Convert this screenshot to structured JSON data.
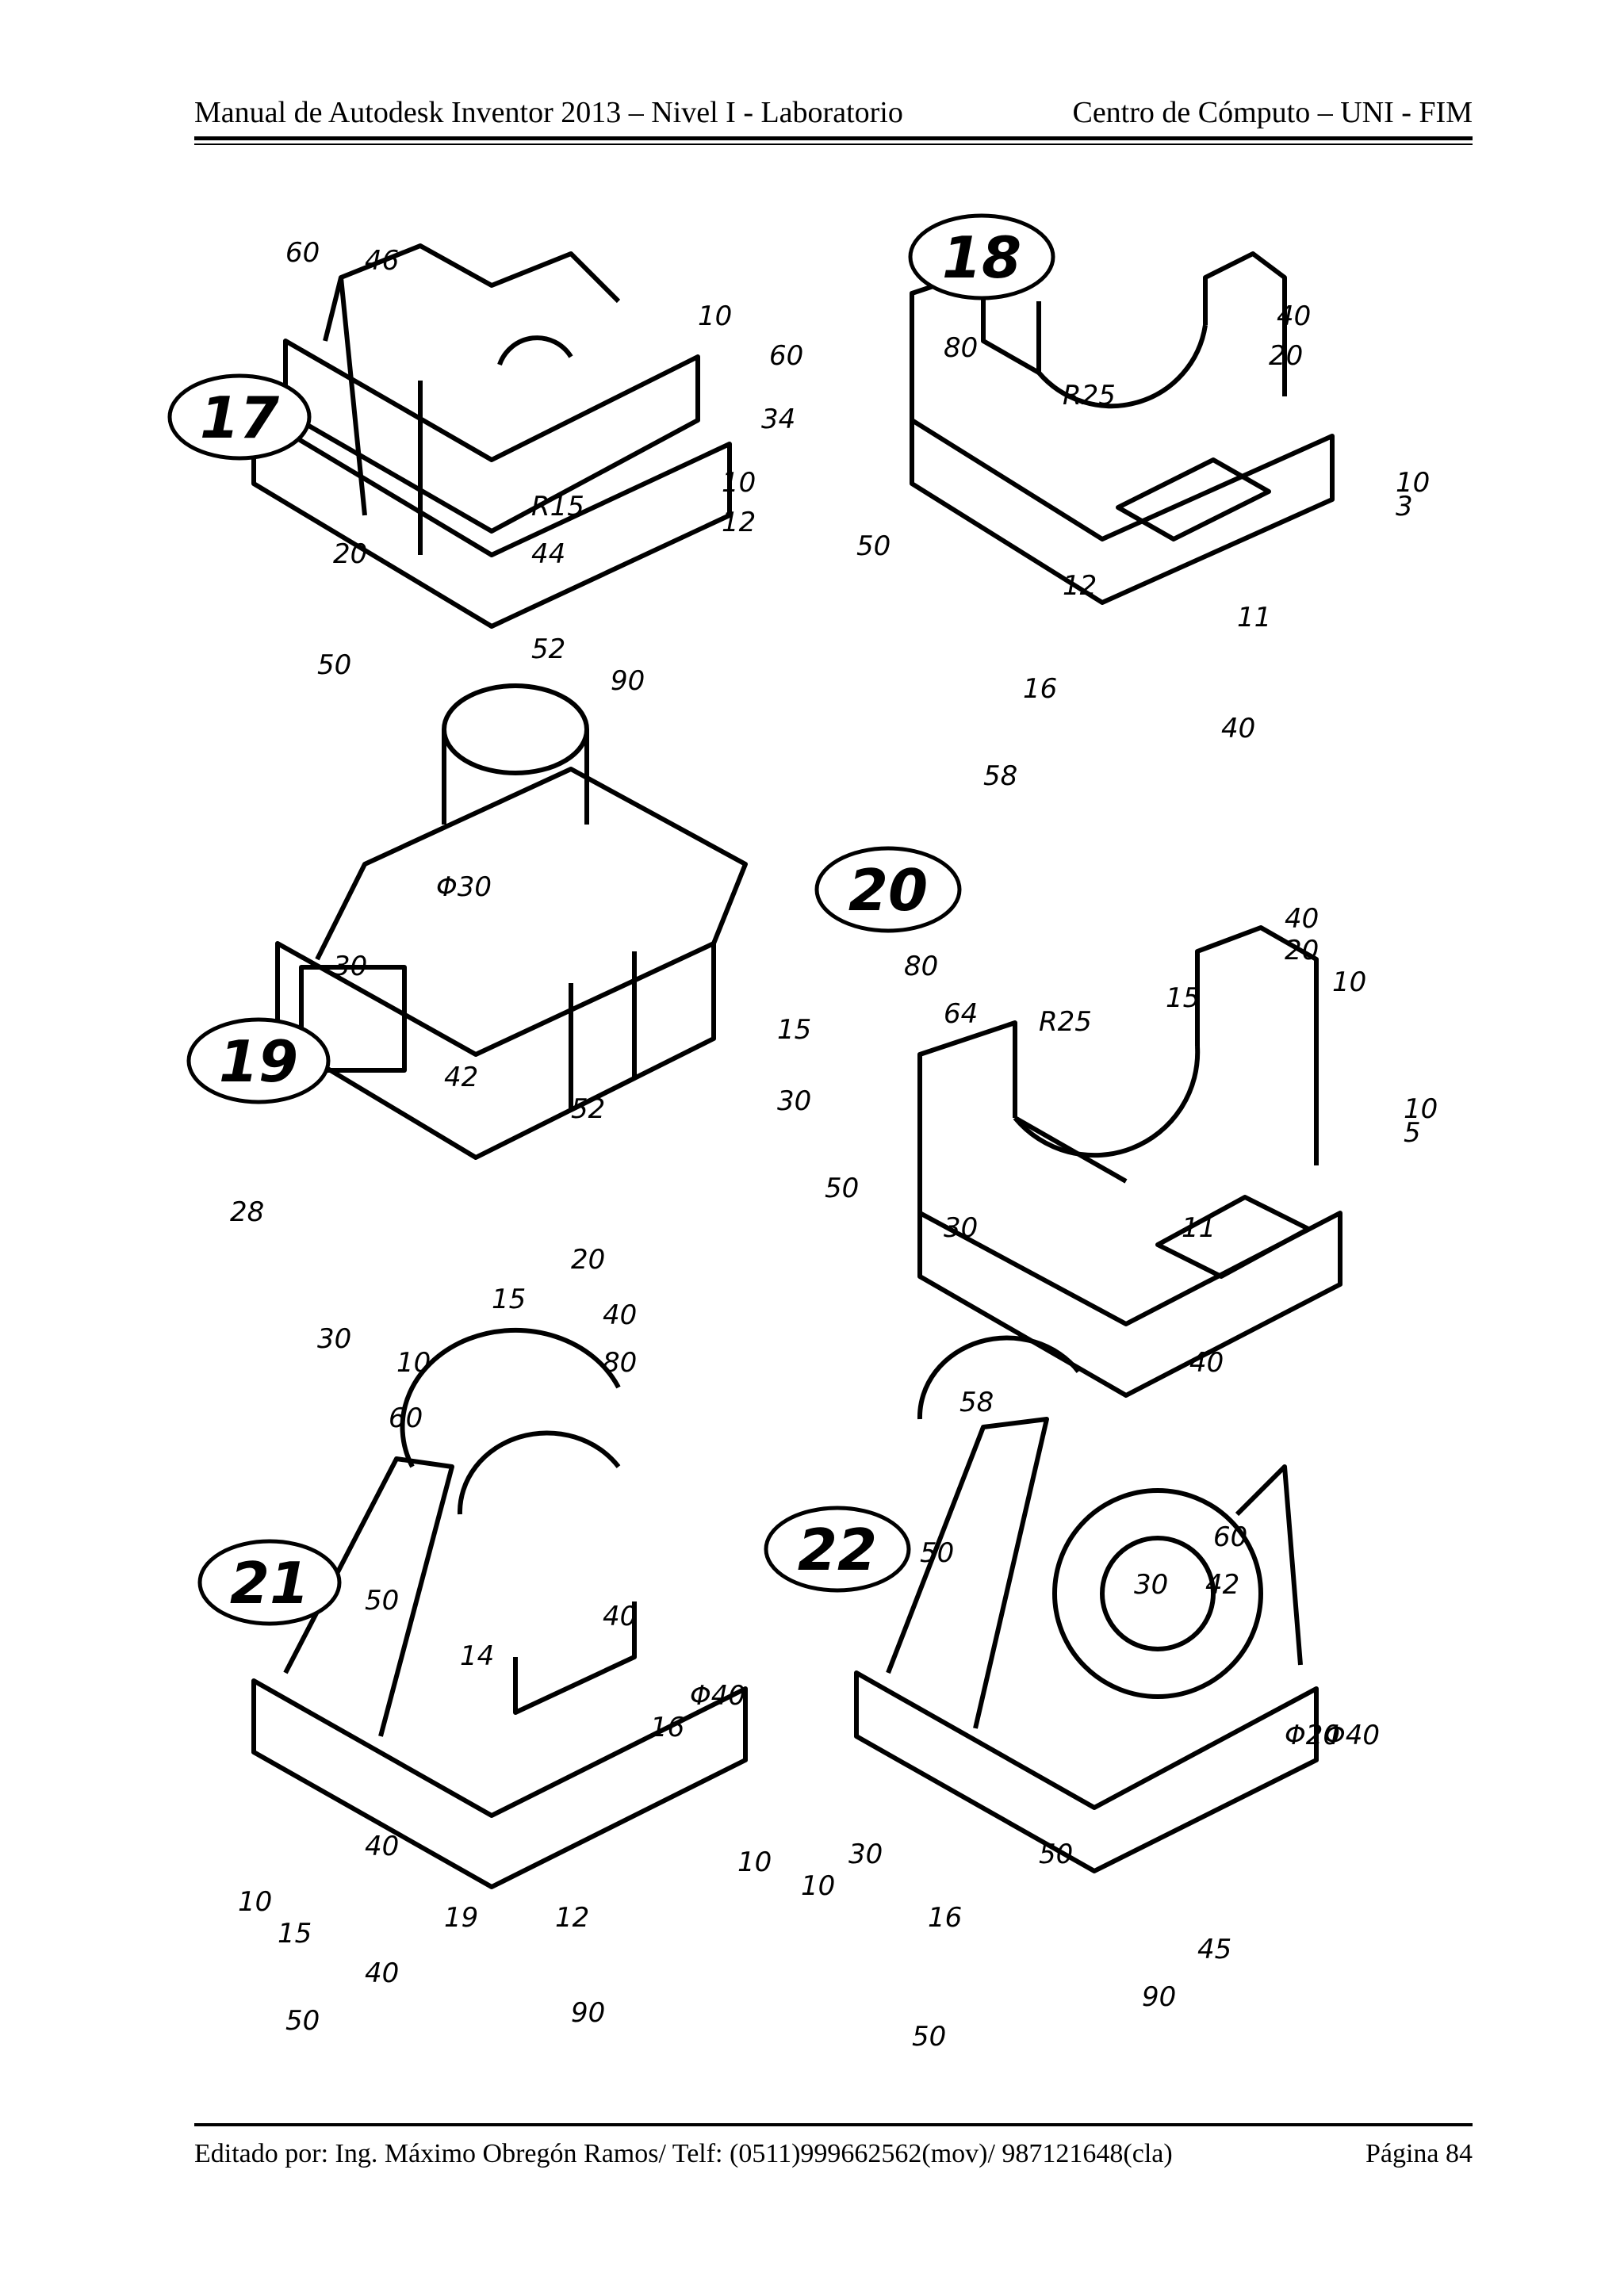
{
  "header": {
    "left": "Manual de Autodesk Inventor 2013 – Nivel I - Laboratorio",
    "right": "Centro de Cómputo – UNI - FIM"
  },
  "footer": {
    "left": "Editado por: Ing. Máximo Obregón Ramos/ Telf: (0511)999662562(mov)/ 987121648(cla)",
    "right": "Página 84"
  },
  "exercises": [
    {
      "number": "17",
      "dims": [
        "60",
        "46",
        "10",
        "60",
        "34",
        "10",
        "12",
        "R15",
        "44",
        "20",
        "50",
        "52",
        "90"
      ]
    },
    {
      "number": "18",
      "dims": [
        "80",
        "R25",
        "40",
        "20",
        "10",
        "3",
        "50",
        "12",
        "11",
        "16",
        "40",
        "58"
      ]
    },
    {
      "number": "19",
      "dims": [
        "Φ30",
        "30",
        "15",
        "42",
        "52",
        "30",
        "28",
        "20",
        "15",
        "40",
        "30",
        "10",
        "80",
        "60"
      ]
    },
    {
      "number": "20",
      "dims": [
        "80",
        "64",
        "R25",
        "40",
        "20",
        "10",
        "15",
        "10",
        "5",
        "50",
        "30",
        "11",
        "40",
        "58"
      ]
    },
    {
      "number": "21",
      "dims": [
        "50",
        "40",
        "14",
        "Φ40",
        "16",
        "10",
        "40",
        "10",
        "15",
        "19",
        "12",
        "40",
        "50",
        "90"
      ]
    },
    {
      "number": "22",
      "dims": [
        "50",
        "60",
        "30",
        "42",
        "Φ20",
        "Φ40",
        "10",
        "30",
        "50",
        "16",
        "45",
        "50",
        "90"
      ]
    }
  ]
}
